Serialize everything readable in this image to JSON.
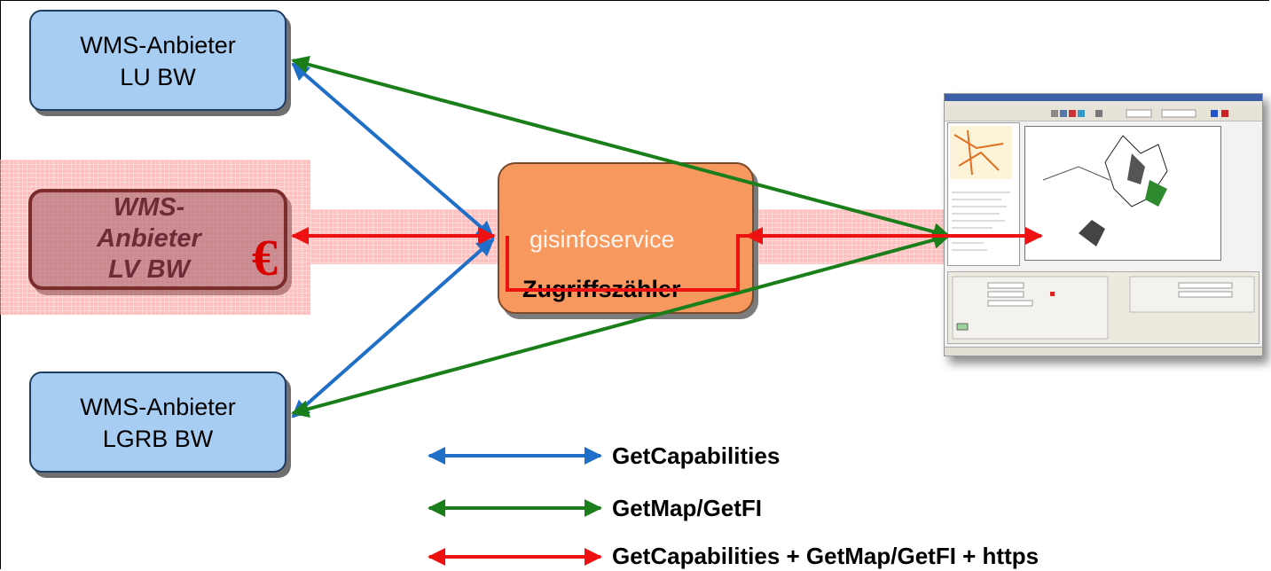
{
  "nodes": {
    "lu": [
      "WMS-Anbieter",
      "LU BW"
    ],
    "lv": [
      "WMS-",
      "Anbieter",
      "LV BW"
    ],
    "lv_symbol": "€",
    "lgrb": [
      "WMS-Anbieter",
      "LGRB BW"
    ],
    "center_top": "gisinfoservice",
    "center_bottom": "Zugriffszähler"
  },
  "legend": [
    {
      "label": "GetCapabilities",
      "color": "#1f6fc9"
    },
    {
      "label": "GetMap/GetFI",
      "color": "#1a7f1a"
    },
    {
      "label": "GetCapabilities + GetMap/GetFI + https",
      "color": "#ee1111"
    }
  ],
  "client_icon": "browser-map-client-screenshot"
}
